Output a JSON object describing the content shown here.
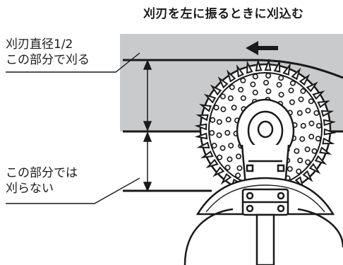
{
  "title": "刈刃を左に振るときに刈込む",
  "cutting_zone_note": [
    "刈刃直径1/2",
    "この部分で刈る"
  ],
  "non_cutting_note": [
    "この部分では",
    "刈らない"
  ],
  "colors": {
    "grass_band": "#c9cacb",
    "line": "#1a1a1a",
    "blade_fill": "#ffffff"
  },
  "icons": {
    "direction": "left-arrow-icon"
  }
}
